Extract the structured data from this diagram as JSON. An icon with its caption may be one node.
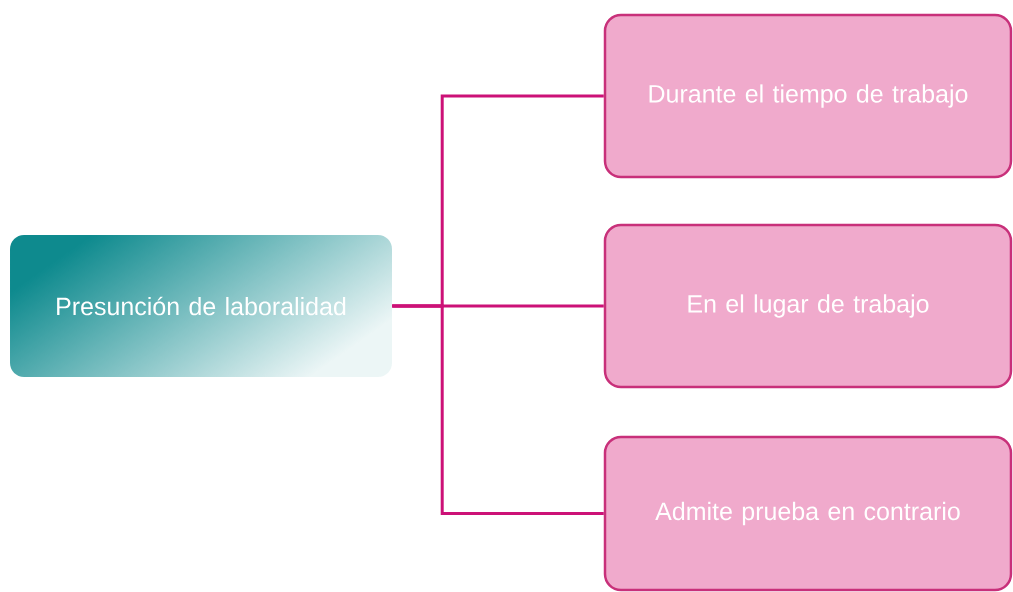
{
  "diagram": {
    "nodes": [
      {
        "text": [
          "Presunción de laboralidad"
        ]
      },
      {
        "text": [
          "Durante el tiempo de trabajo"
        ]
      },
      {
        "text": [
          "En el lugar de trabajo"
        ]
      },
      {
        "text": [
          "Admite prueba en contrario"
        ]
      }
    ],
    "edges": [
      {
        "from": 0,
        "to": 1,
        "arrow": "none"
      },
      {
        "from": 0,
        "to": 2,
        "arrow": "none"
      },
      {
        "from": 0,
        "to": 3,
        "arrow": "none"
      }
    ]
  }
}
